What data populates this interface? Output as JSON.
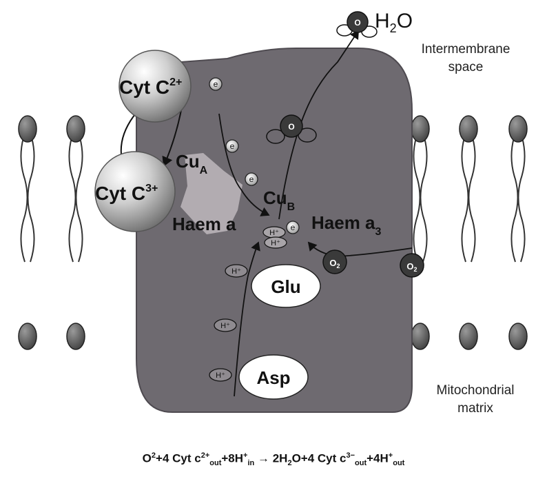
{
  "labels": {
    "cyt_c2_main": "Cyt C",
    "cyt_c2_sup": "2+",
    "cyt_c3_main": "Cyt C",
    "cyt_c3_sup": "3+",
    "cua_main": "Cu",
    "cua_sub": "A",
    "cub_main": "Cu",
    "cub_sub": "B",
    "haem_a": "Haem a",
    "haem_a3_main": "Haem a",
    "haem_a3_sub": "3",
    "glu": "Glu",
    "asp": "Asp",
    "h2o_h": "H",
    "h2o_2": "2",
    "h2o_o": "O",
    "electron": "e",
    "proton": "H⁺",
    "oxygen_atom": "O",
    "o2_main": "O",
    "o2_sub": "2",
    "intermembrane_line1": "Intermembrane",
    "intermembrane_line2": "space",
    "matrix_line1": "Mitochondrial",
    "matrix_line2": "matrix"
  },
  "equation": {
    "p1": "O",
    "s1": "2",
    "p2": "+4 Cyt c",
    "s2": "2+",
    "b2": "out",
    "p3": "+8H",
    "s3": "+",
    "b3": "in",
    "arrow": " → ",
    "p4": "2H",
    "b4": "2",
    "p5": "O+4 Cyt c",
    "s5": "3−",
    "b5": "out",
    "p6": "+4H",
    "s6": "+",
    "b6": "out"
  },
  "colors": {
    "protein": "#6e6a70",
    "protein_edge": "#4e4a50",
    "cu_a_patch": "#b9b4b8",
    "lipid_head": "#6a6a6a",
    "cytc_sphere": "#bdbdbd",
    "dark_atom": "#3a3a3a"
  }
}
